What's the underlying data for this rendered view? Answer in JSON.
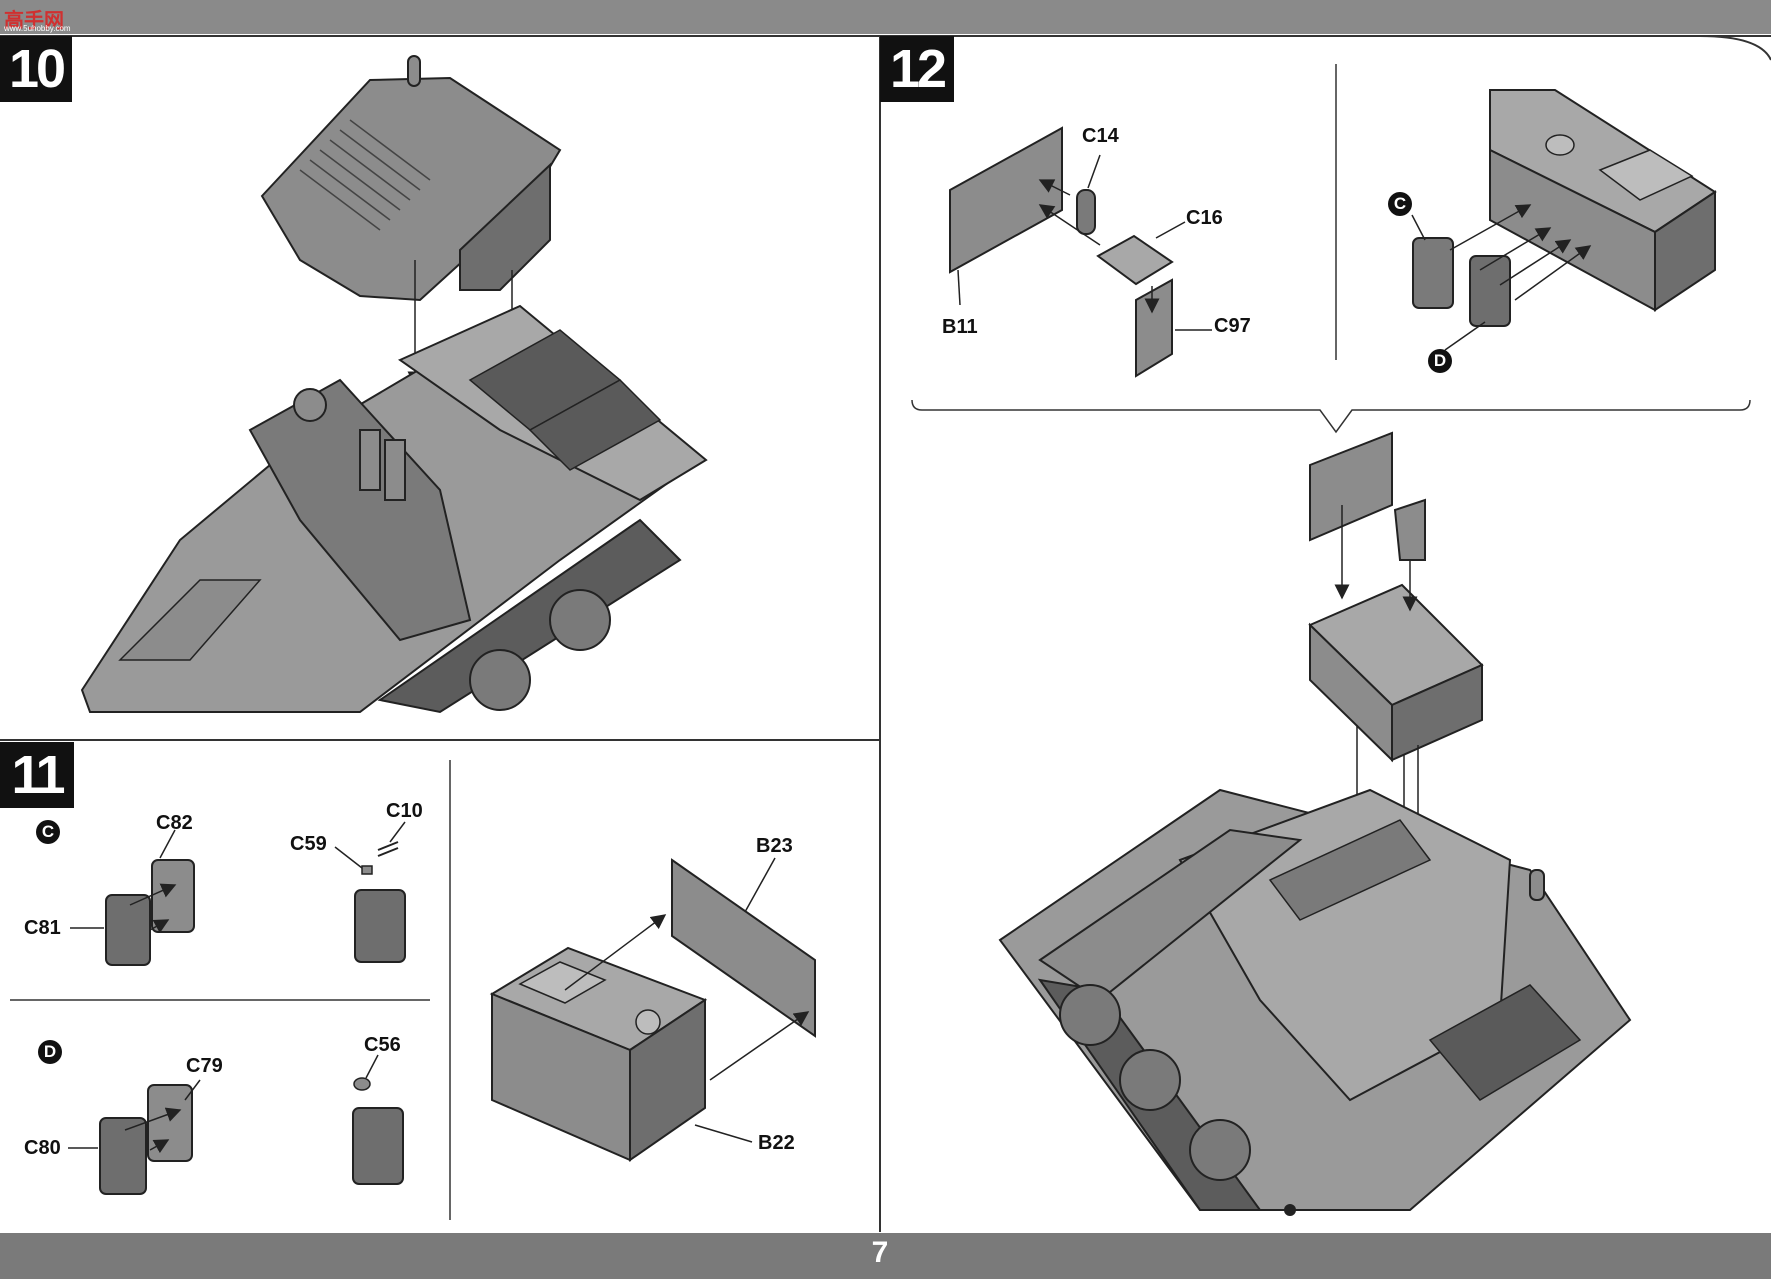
{
  "watermark": {
    "main": "高手网",
    "sub": "www.5uhobby.com"
  },
  "steps": {
    "step10": {
      "number": "10"
    },
    "step11": {
      "number": "11",
      "variant_c": {
        "letter": "C",
        "parts": {
          "c82": "C82",
          "c81": "C81",
          "c59": "C59",
          "c10": "C10"
        }
      },
      "variant_d": {
        "letter": "D",
        "parts": {
          "c79": "C79",
          "c80": "C80",
          "c56": "C56"
        }
      },
      "box": {
        "parts": {
          "b23": "B23",
          "b22": "B22"
        }
      }
    },
    "step12": {
      "number": "12",
      "left_sub": {
        "parts": {
          "c14": "C14",
          "c16": "C16",
          "b11": "B11",
          "c97": "C97"
        }
      },
      "right_sub": {
        "letter_c": "C",
        "letter_d": "D"
      }
    }
  },
  "page_number": "7",
  "colors": {
    "part_fill": "#8c8c8c",
    "part_dark": "#6e6e6e",
    "line": "#222222",
    "band": "#7a7a7a"
  }
}
